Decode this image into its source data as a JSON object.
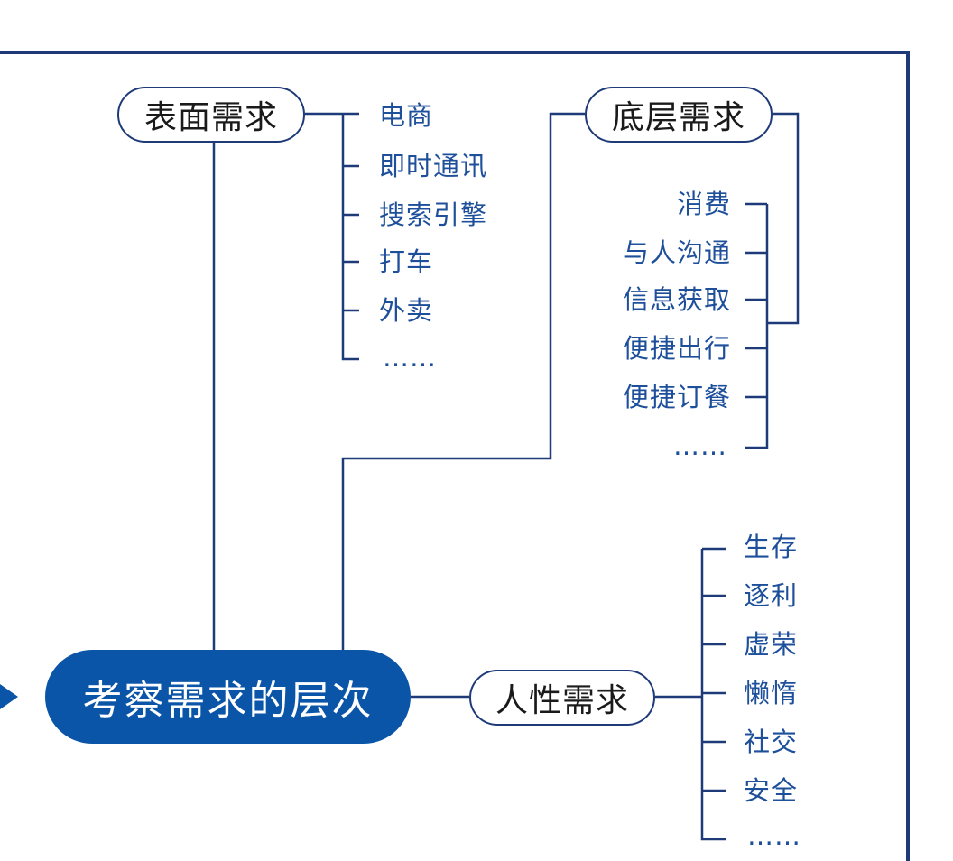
{
  "diagram": {
    "root": {
      "label": "考察需求的层次"
    },
    "surface": {
      "label": "表面需求",
      "items": [
        "电商",
        "即时通讯",
        "搜索引擎",
        "打车",
        "外卖",
        "……"
      ]
    },
    "underlying": {
      "label": "底层需求",
      "items": [
        "消费",
        "与人沟通",
        "信息获取",
        "便捷出行",
        "便捷订餐",
        "……"
      ]
    },
    "human": {
      "label": "人性需求",
      "items": [
        "生存",
        "逐利",
        "虚荣",
        "懒惰",
        "社交",
        "安全",
        "……"
      ]
    },
    "colors": {
      "line": "#1e3a78",
      "root_fill": "#0b55a8",
      "leaf_text": "#1d4f9a"
    }
  }
}
